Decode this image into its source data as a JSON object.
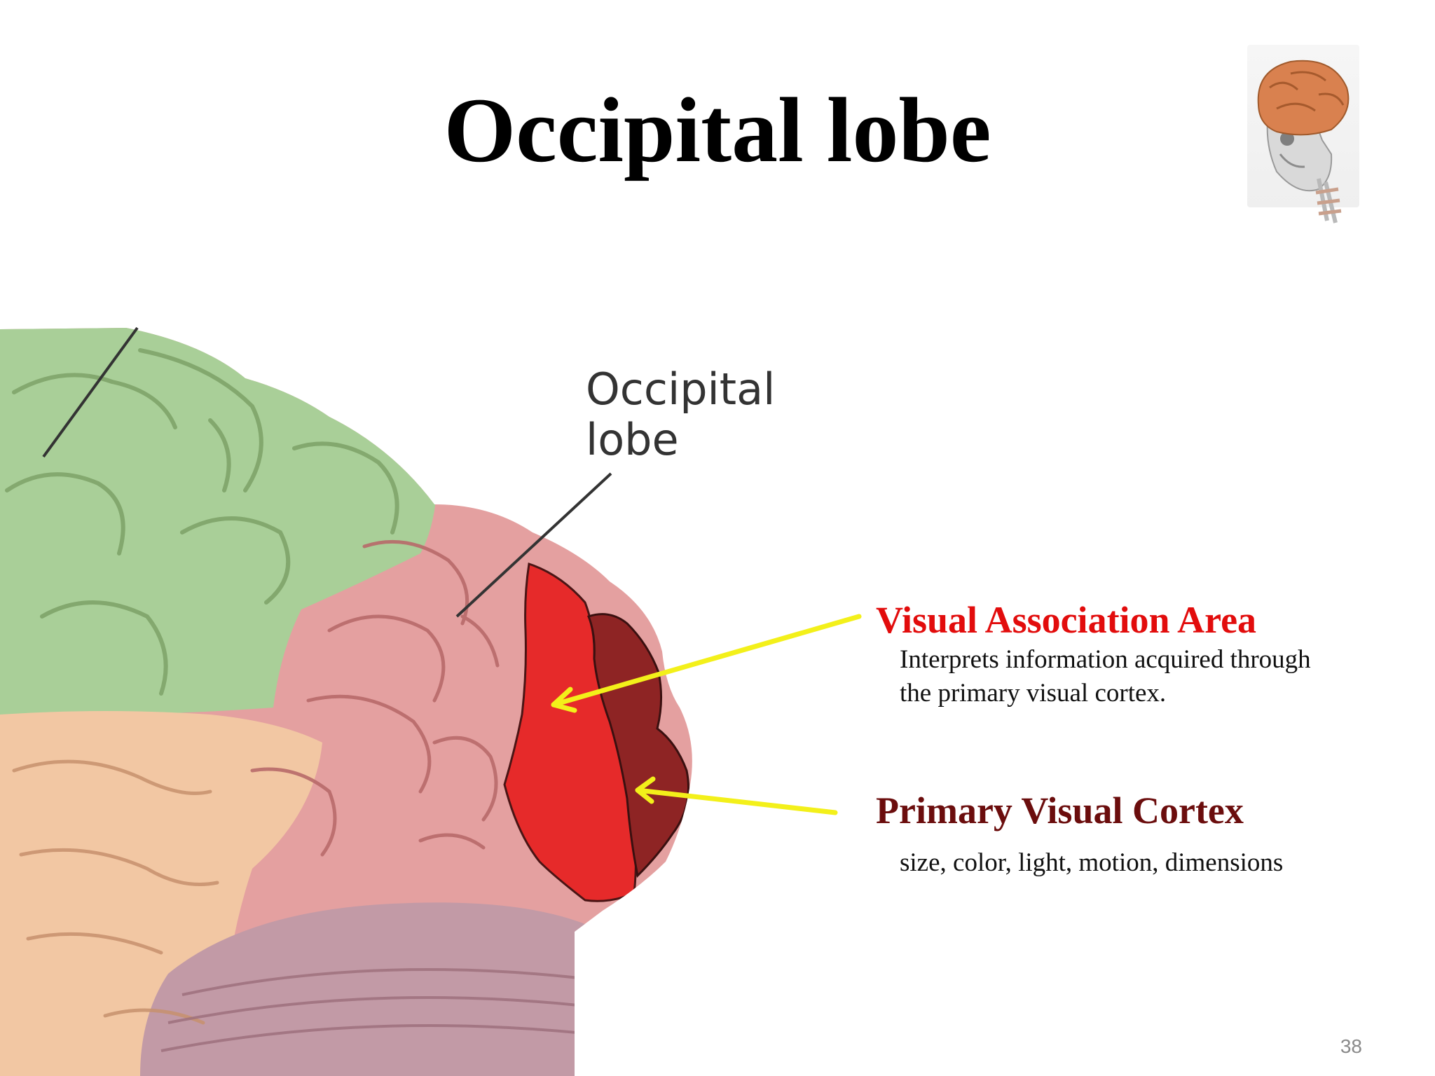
{
  "slide": {
    "title": "Occipital lobe",
    "page_number": "38"
  },
  "figure": {
    "label_line1": "Occipital",
    "label_line2": "lobe",
    "colors": {
      "frontal_green": "#a9cf98",
      "temporal_peach": "#f2c7a3",
      "occipital_pink": "#e4a0a0",
      "association_red": "#e62a2a",
      "primary_darkred": "#8e2424",
      "cerebellum": "#c29aa6",
      "arrow_yellow": "#f3f01a"
    },
    "thumbnail_icon": "skull-brain-icon"
  },
  "annotations": {
    "association": {
      "heading": "Visual Association Area",
      "description_line1": "Interprets information acquired through",
      "description_line2": "the primary visual cortex."
    },
    "primary": {
      "heading": "Primary Visual Cortex",
      "description": "size, color, light, motion, dimensions"
    }
  }
}
